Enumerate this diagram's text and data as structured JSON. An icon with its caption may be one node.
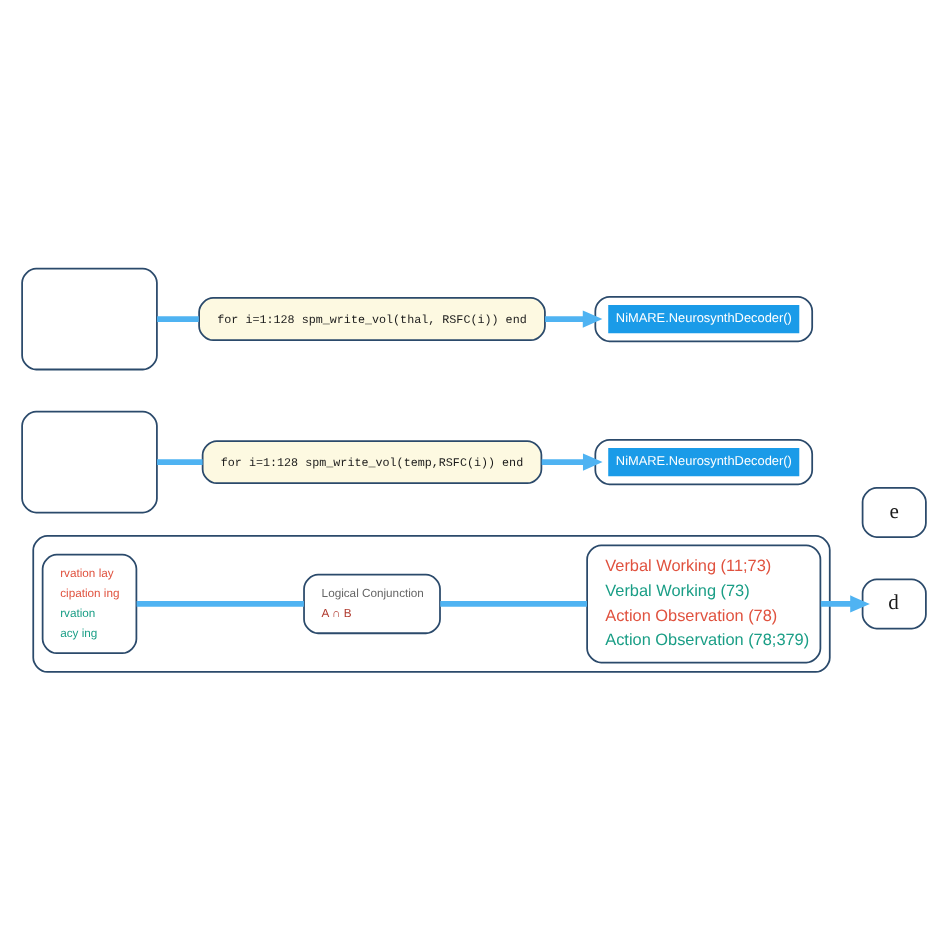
{
  "diagram": {
    "nodes": [
      {
        "text": [],
        "shape": "box"
      },
      {
        "text": [
          "for i=1:128 spm_write_vol(thal, RSFC(i)) end"
        ]
      },
      {
        "text": [
          "NiMARE.NeurosynthDecoder()"
        ]
      },
      {
        "text": [],
        "shape": "box"
      },
      {
        "text": [
          "for i=1:128 spm_write_vol(temp,RSFC(i)) end"
        ]
      },
      {
        "text": [
          "NiMARE.NeurosynthDecoder()"
        ]
      },
      {
        "text": [],
        "shape": "box"
      },
      {
        "text": [
          "rvation lay",
          "cipation ing",
          "rvation",
          "acy ing"
        ],
        "in": 6
      },
      {
        "text": [
          "Logical Conjunction",
          "A ∩ B"
        ],
        "in": 6
      },
      {
        "text": [
          "Verbal Working (11;73)",
          "Verbal Working (73)",
          "Action Observation (78)",
          "Action Observation (78;379)"
        ],
        "in": 6
      },
      {
        "text": [
          "e"
        ]
      },
      {
        "text": [
          "d"
        ]
      }
    ],
    "edges": [
      {
        "from": 0,
        "to": 1,
        "arrow": "none"
      },
      {
        "from": 1,
        "to": 2,
        "arrow": "to"
      },
      {
        "from": 3,
        "to": 4,
        "arrow": "none"
      },
      {
        "from": 4,
        "to": 5,
        "arrow": "to"
      },
      {
        "from": 7,
        "to": 8,
        "arrow": "none"
      },
      {
        "from": 8,
        "to": 9,
        "arrow": "none"
      },
      {
        "from": 9,
        "to": 11,
        "arrow": "to"
      }
    ]
  }
}
